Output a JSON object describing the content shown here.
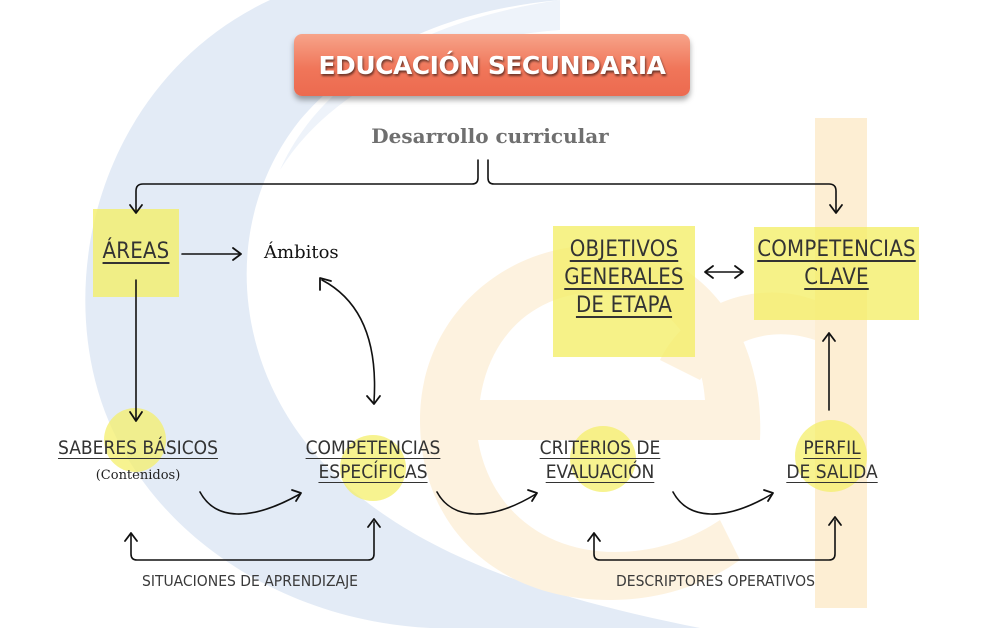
{
  "title": "EDUCACIÓN SECUNDARIA",
  "subtitle": "Desarrollo curricular",
  "nodes": {
    "areas": "ÁREAS",
    "ambitos": "Ámbitos",
    "objetivos": [
      "OBJETIVOS",
      "GENERALES",
      "DE ETAPA"
    ],
    "competencias_clave": [
      "COMPETENCIAS",
      "CLAVE"
    ],
    "saberes": "SABERES BÁSICOS",
    "contenidos": "(Contenidos)",
    "competencias_especificas": [
      "COMPETENCIAS",
      "ESPECÍFICAS"
    ],
    "criterios": [
      "CRITERIOS DE",
      "EVALUACIÓN"
    ],
    "perfil": [
      "PERFIL",
      "DE SALIDA"
    ]
  },
  "bottom_labels": {
    "situaciones": "SITUACIONES DE APRENDIZAJE",
    "descriptores": "DESCRIPTORES OPERATIVOS"
  },
  "watermark": "ed",
  "colors": {
    "title_gradient_top": "#f7a48a",
    "title_gradient_bottom": "#ec6a4f",
    "highlight": "#f3ee66",
    "watermark_blue": "#dfe8f5",
    "watermark_orange": "#fdf1dc",
    "arrow": "#111111"
  }
}
